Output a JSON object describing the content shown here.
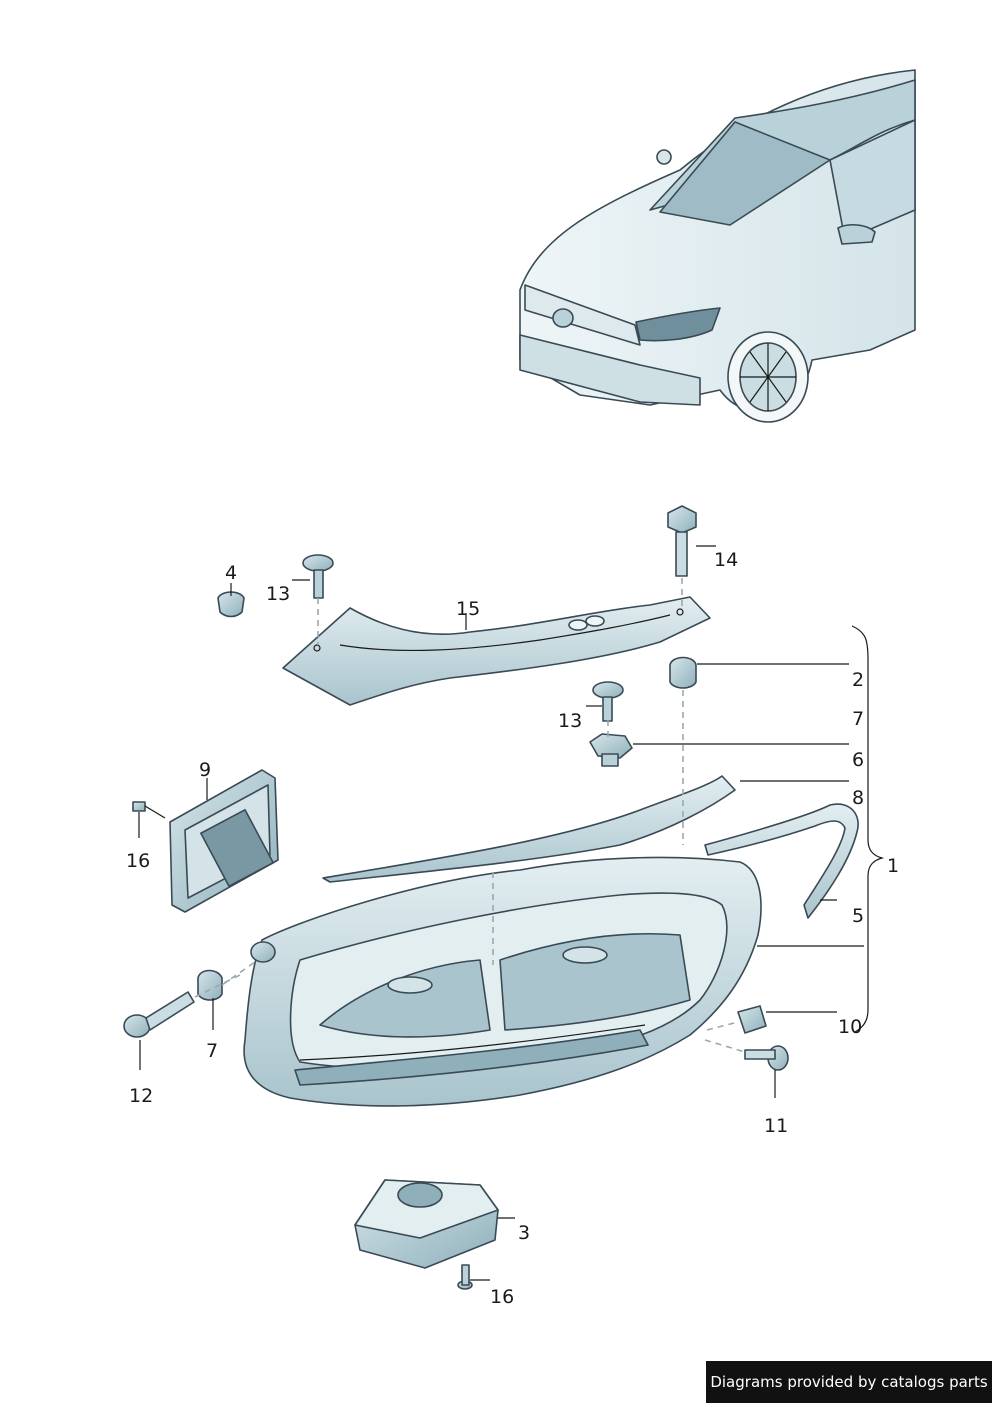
{
  "callouts": {
    "c1": "1",
    "c2": "2",
    "c3": "3",
    "c4": "4",
    "c5": "5",
    "c6": "6",
    "c7a": "7",
    "c7b": "7",
    "c8": "8",
    "c9": "9",
    "c10": "10",
    "c11": "11",
    "c12": "12",
    "c13a": "13",
    "c13b": "13",
    "c14": "14",
    "c15": "15",
    "c16a": "16",
    "c16b": "16"
  },
  "footer": {
    "credit": "Diagrams provided by catalogs parts"
  },
  "colors": {
    "part_fill": "#c9dde3",
    "part_dark": "#8fb0bb",
    "line": "#1a1a1a",
    "footer_bg": "#111111"
  }
}
